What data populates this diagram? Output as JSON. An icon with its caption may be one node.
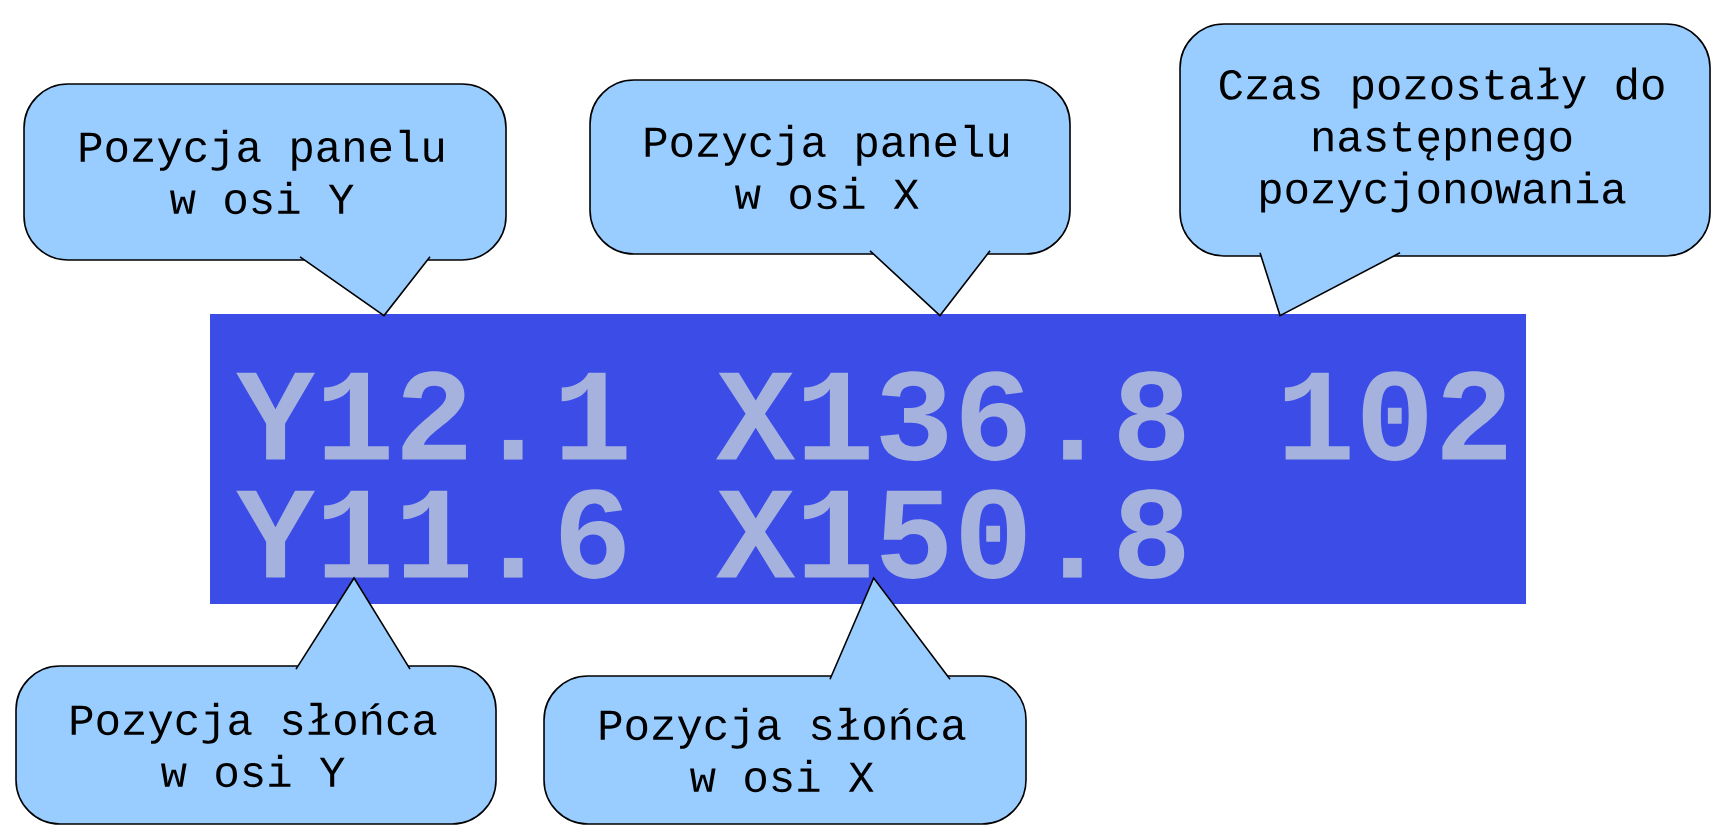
{
  "diagram": {
    "nodes": [
      {
        "text": [
          "Pozycja panelu w osi Y"
        ]
      },
      {
        "text": [
          "Pozycja panelu w osi X"
        ]
      },
      {
        "text": [
          "Czas pozostały do następnego pozycjonowania"
        ]
      },
      {
        "text": [],
        "shape": "box"
      },
      {
        "text": [
          "Y12.1"
        ],
        "in": 3
      },
      {
        "text": [
          "X136.8"
        ],
        "in": 3
      },
      {
        "text": [
          "102"
        ],
        "in": 3
      },
      {
        "text": [
          "Y11.6"
        ],
        "in": 3
      },
      {
        "text": [
          "X150.8"
        ],
        "in": 3
      },
      {
        "text": [
          "Pozycja słońca w osi Y"
        ]
      },
      {
        "text": [
          "Pozycja słońca w osi X"
        ]
      }
    ],
    "edges": [
      {
        "from": 0,
        "to": 3,
        "arrow": "none"
      },
      {
        "from": 1,
        "to": 3,
        "arrow": "none"
      },
      {
        "from": 2,
        "to": 3,
        "arrow": "none"
      },
      {
        "from": 9,
        "to": 7,
        "arrow": "none"
      },
      {
        "from": 10,
        "to": 8,
        "arrow": "none"
      }
    ]
  }
}
